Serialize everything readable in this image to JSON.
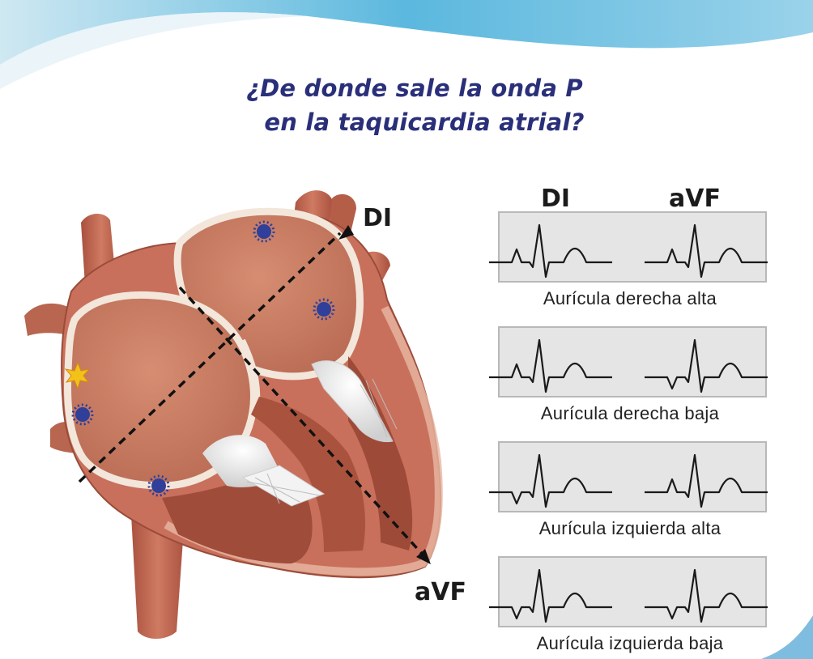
{
  "title": {
    "line1": "¿De donde sale la onda P",
    "line2": "en la taquicardia atrial?"
  },
  "heart_axis_labels": {
    "di": "DI",
    "avf": "aVF"
  },
  "ecg_columns": {
    "lead1": "DI",
    "lead2": "aVF"
  },
  "ecg_panels": [
    {
      "caption": "Aurícula derecha alta",
      "DI_p_wave": "positive",
      "aVF_p_wave": "positive"
    },
    {
      "caption": "Aurícula derecha baja",
      "DI_p_wave": "positive",
      "aVF_p_wave": "negative"
    },
    {
      "caption": "Aurícula izquierda alta",
      "DI_p_wave": "negative",
      "aVF_p_wave": "positive"
    },
    {
      "caption": "Aurícula izquierda baja",
      "DI_p_wave": "negative",
      "aVF_p_wave": "negative"
    }
  ],
  "colors": {
    "title": "#2a2f7a",
    "heart_tissue": "#c8705c",
    "chamber_floor": "#c98066",
    "focus_marker": "#2f3f9a",
    "sinus_marker": "#f2c21a",
    "panel_bg": "#e5e5e5",
    "trace": "#1a1a1a"
  }
}
